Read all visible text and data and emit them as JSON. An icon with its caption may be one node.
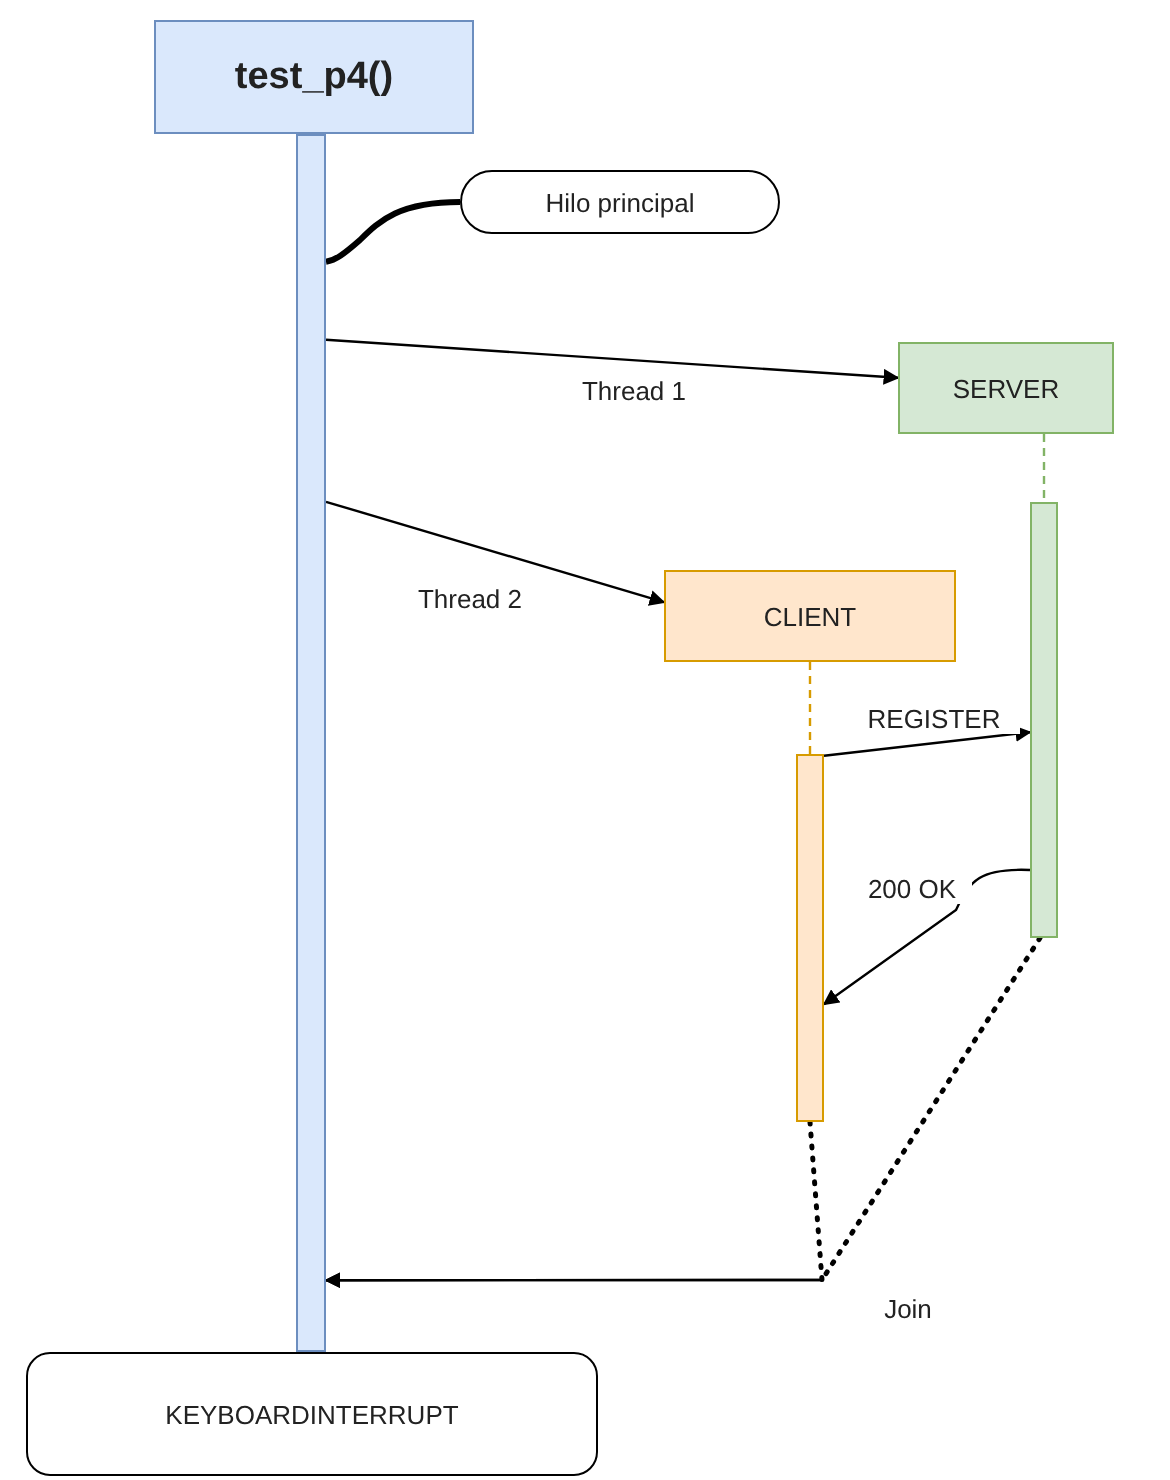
{
  "diagram": {
    "nodes": [
      {
        "text": [
          "test_p4()"
        ]
      },
      {
        "text": [],
        "shape": "bar"
      },
      {
        "text": [
          "Hilo principal"
        ]
      },
      {
        "text": [
          "SERVER"
        ]
      },
      {
        "text": [],
        "shape": "bar"
      },
      {
        "text": [
          "CLIENT"
        ]
      },
      {
        "text": [],
        "shape": "bar"
      },
      {
        "text": [
          "KEYBOARDINTERRUPT"
        ]
      }
    ],
    "edges": [
      {
        "from": 2,
        "to": 1,
        "arrow": "none",
        "style": "thick"
      },
      {
        "from": 1,
        "to": 3,
        "arrow": "to",
        "label": "Thread 1"
      },
      {
        "from": 1,
        "to": 5,
        "arrow": "to",
        "label": "Thread 2"
      },
      {
        "from": 3,
        "to": 4,
        "arrow": "none",
        "style": "dashed",
        "color": "#82b366"
      },
      {
        "from": 5,
        "to": 6,
        "arrow": "none",
        "style": "dashed",
        "color": "#d79b00"
      },
      {
        "from": 6,
        "to": 4,
        "arrow": "to",
        "label": "REGISTER"
      },
      {
        "from": 4,
        "to": 6,
        "arrow": "to",
        "label": "200 OK"
      },
      {
        "from": 4,
        "to": 1,
        "arrow": "to",
        "label": "Join"
      },
      {
        "from": 6,
        "to": 1,
        "arrow": "to"
      }
    ]
  }
}
